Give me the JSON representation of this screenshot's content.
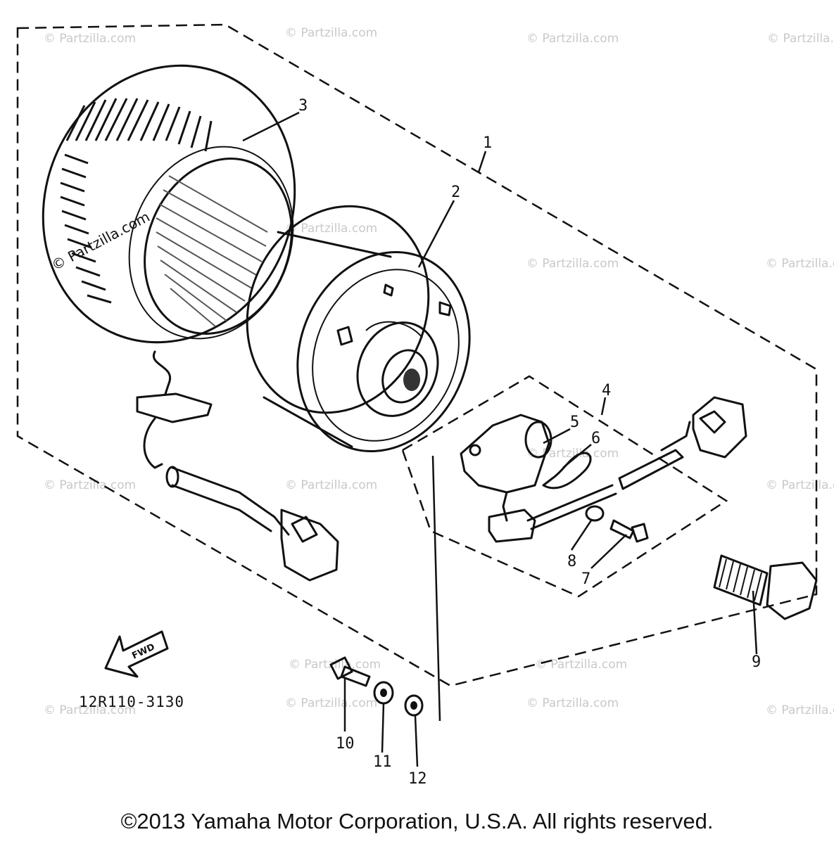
{
  "diagram": {
    "watermark_text": "© Partzilla.com",
    "inline_watermark": "© Partzilla.com",
    "find_arrow_label": "FWD",
    "diagram_code": "12R110-3130",
    "copyright": "©2013 Yamaha Motor Corporation, U.S.A. All rights reserved."
  },
  "callouts": [
    "1",
    "2",
    "3",
    "4",
    "5",
    "6",
    "7",
    "8",
    "9",
    "10",
    "11",
    "12"
  ]
}
